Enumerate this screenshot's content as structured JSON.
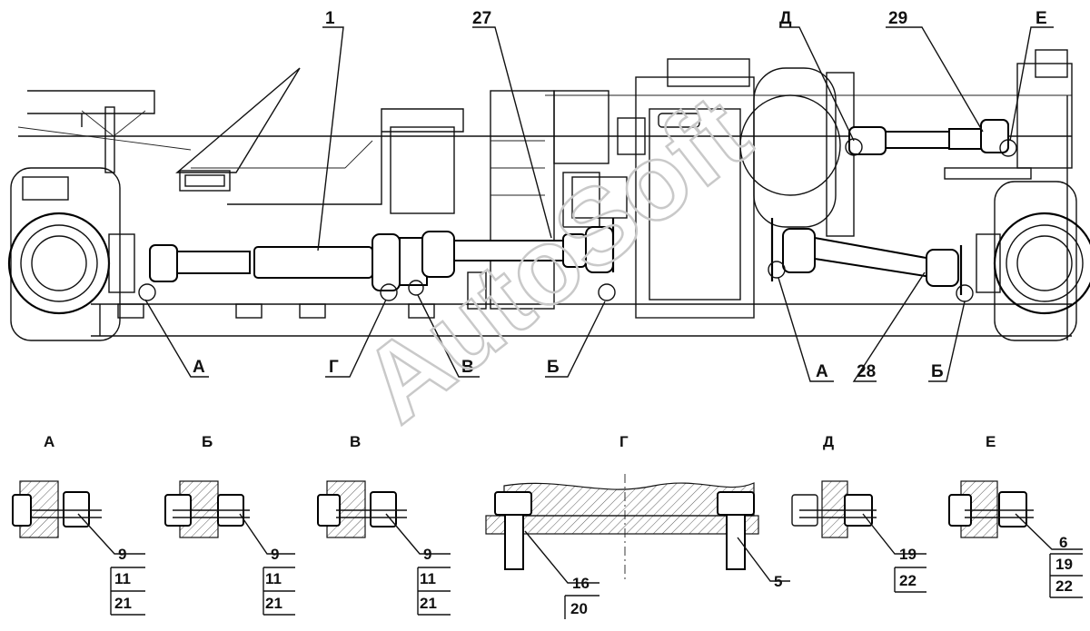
{
  "watermark": "AutoSoft",
  "callouts": {
    "c1": "1",
    "c27": "27",
    "c28": "28",
    "c29": "29",
    "d_top": "Д",
    "e_top": "Е",
    "a_left": "А",
    "g_left": "Г",
    "v_left": "В",
    "b_left": "Б",
    "a_right": "А",
    "b_right": "Б"
  },
  "details": [
    {
      "title": "А",
      "refs": [
        "9",
        "11",
        "21"
      ]
    },
    {
      "title": "Б",
      "refs": [
        "9",
        "11",
        "21"
      ]
    },
    {
      "title": "В",
      "refs": [
        "9",
        "11",
        "21"
      ]
    },
    {
      "title": "Г",
      "refs": [
        "16",
        "20",
        "5"
      ]
    },
    {
      "title": "Д",
      "refs": [
        "19",
        "22"
      ]
    },
    {
      "title": "Е",
      "refs": [
        "6",
        "19",
        "22"
      ]
    }
  ]
}
